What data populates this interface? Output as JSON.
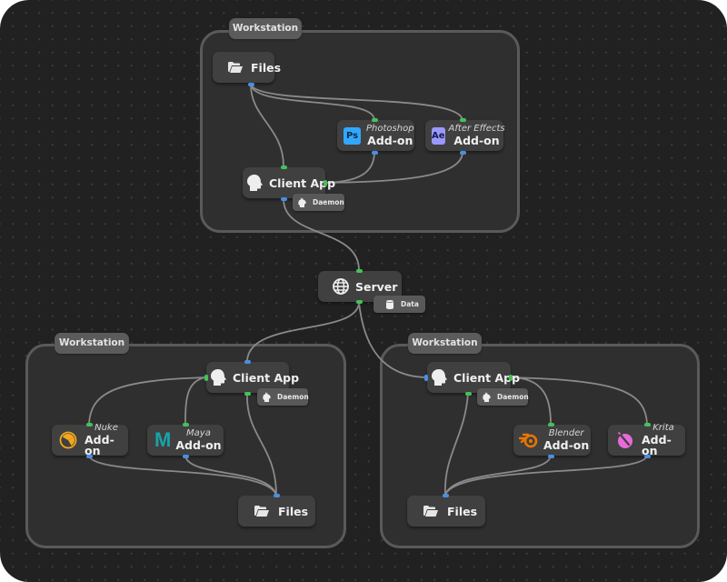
{
  "colors": {
    "background": "#212121",
    "workstation_fill": "#2f2f2f",
    "workstation_border": "#5a5a5a",
    "node_fill": "#404040",
    "port_input": "#44c25a",
    "port_output": "#4a8fe0",
    "edge": "#8a8a8a"
  },
  "server": {
    "label": "Server",
    "icon": "globe-icon",
    "badge": {
      "label": "Data",
      "icon": "database-icon"
    }
  },
  "workstations": [
    {
      "label": "Workstation",
      "files": {
        "label": "Files",
        "icon": "folder-open-icon"
      },
      "client": {
        "label": "Client App",
        "icon": "head-icon",
        "badge": {
          "label": "Daemon",
          "icon": "daemon-icon"
        }
      },
      "addons": [
        {
          "app": "Photoshop",
          "label": "Add-on",
          "icon": "photoshop-icon",
          "icon_text": "Ps",
          "color": "#31a8ff"
        },
        {
          "app": "After Effects",
          "label": "Add-on",
          "icon": "after-effects-icon",
          "icon_text": "Ae",
          "color": "#9999ff"
        }
      ]
    },
    {
      "label": "Workstation",
      "files": {
        "label": "Files",
        "icon": "folder-open-icon"
      },
      "client": {
        "label": "Client App",
        "icon": "head-icon",
        "badge": {
          "label": "Daemon",
          "icon": "daemon-icon"
        }
      },
      "addons": [
        {
          "app": "Nuke",
          "label": "Add-on",
          "icon": "nuke-icon",
          "color": "#f2a71c"
        },
        {
          "app": "Maya",
          "label": "Add-on",
          "icon": "maya-icon",
          "icon_text": "M",
          "color": "#17a3a8"
        }
      ]
    },
    {
      "label": "Workstation",
      "files": {
        "label": "Files",
        "icon": "folder-open-icon"
      },
      "client": {
        "label": "Client App",
        "icon": "head-icon",
        "badge": {
          "label": "Daemon",
          "icon": "daemon-icon"
        }
      },
      "addons": [
        {
          "app": "Blender",
          "label": "Add-on",
          "icon": "blender-icon",
          "color": "#ea7600"
        },
        {
          "app": "Krita",
          "label": "Add-on",
          "icon": "krita-icon",
          "color": "#e86ad8"
        }
      ]
    }
  ]
}
